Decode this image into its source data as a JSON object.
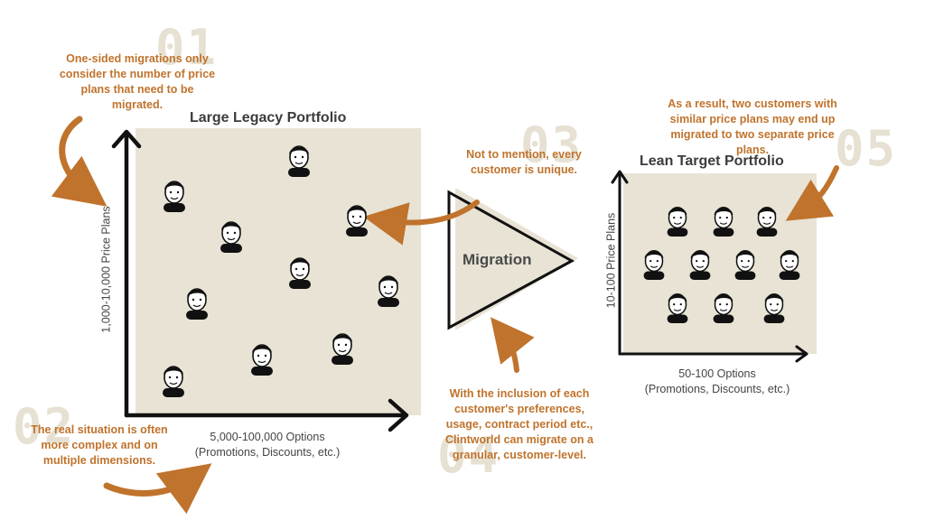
{
  "numbers": [
    "01",
    "02",
    "03",
    "04",
    "05"
  ],
  "notes": {
    "n01": "One-sided migrations only consider the number of price plans that need to be migrated.",
    "n02": "The real situation is often more complex and on multiple dimensions.",
    "n03": "Not to mention, every customer is unique.",
    "n04": "With the inclusion of each customer's preferences, usage, contract period etc., Clintworld can migrate on a granular, customer-level.",
    "n05": "As a result, two customers with similar price plans may end up migrated to two separate price plans."
  },
  "legacy": {
    "title": "Large Legacy Portfolio",
    "y_label": "1,000-10,000 Price Plans",
    "x_label_line1": "5,000-100,000 Options",
    "x_label_line2": "(Promotions, Discounts, etc.)"
  },
  "target": {
    "title": "Lean Target Portfolio",
    "y_label": "10-100 Price Plans",
    "x_label_line1": "50-100 Options",
    "x_label_line2": "(Promotions, Discounts, etc.)"
  },
  "migration_label": "Migration",
  "colors": {
    "accent": "#c0732c",
    "panel": "#e8e3d4",
    "number": "#e6e1d3",
    "ink": "#111111"
  },
  "icons": [
    "customer-avatar-icon",
    "curved-arrow-icon",
    "triangle-migration-icon"
  ]
}
